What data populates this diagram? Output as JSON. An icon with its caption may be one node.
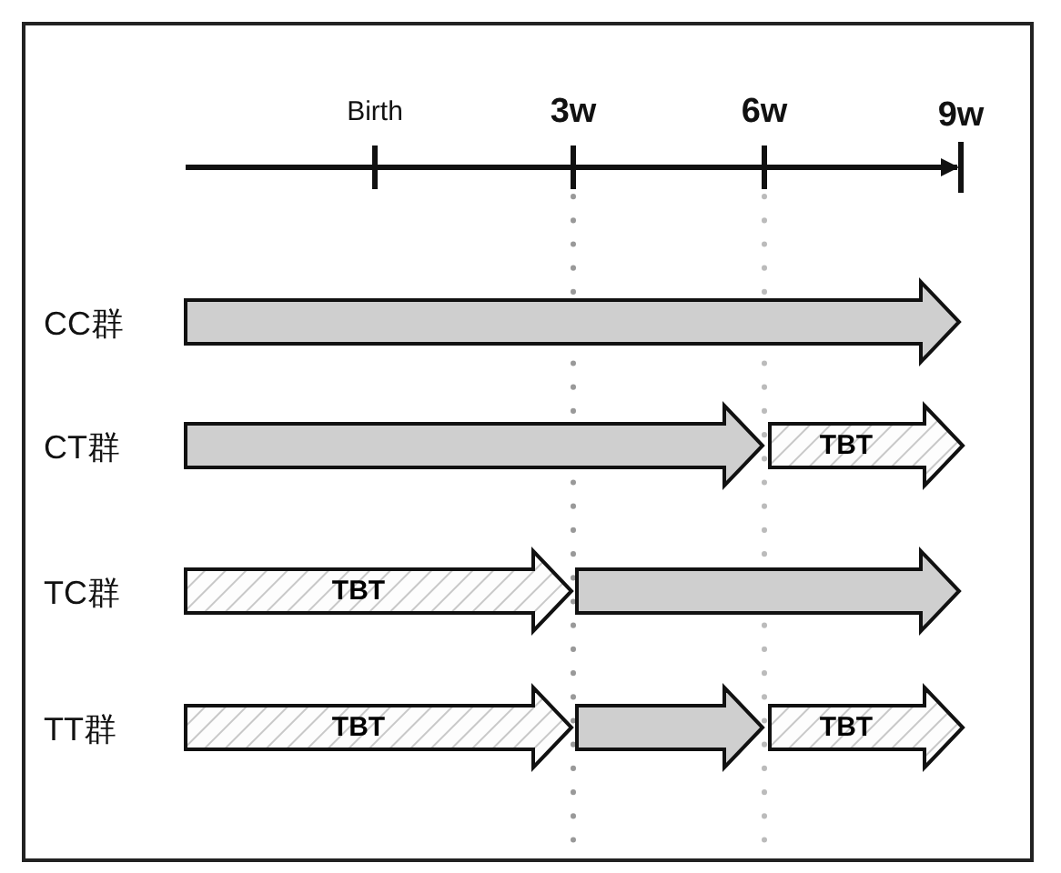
{
  "diagram": {
    "nodes": [
      {
        "text": [],
        "shape": "arrow"
      },
      {
        "text": [],
        "shape": "arrow"
      },
      {
        "text": [
          "TBT"
        ]
      },
      {
        "text": [
          "TBT"
        ]
      },
      {
        "text": [],
        "shape": "arrow"
      },
      {
        "text": [
          "TBT"
        ]
      },
      {
        "text": [],
        "shape": "arrow"
      },
      {
        "text": [
          "TBT"
        ]
      }
    ],
    "edges": [],
    "labels": [
      "Birth",
      "3w",
      "6w",
      "9w",
      "CC群",
      "CT群",
      "TC群",
      "TT群"
    ]
  }
}
